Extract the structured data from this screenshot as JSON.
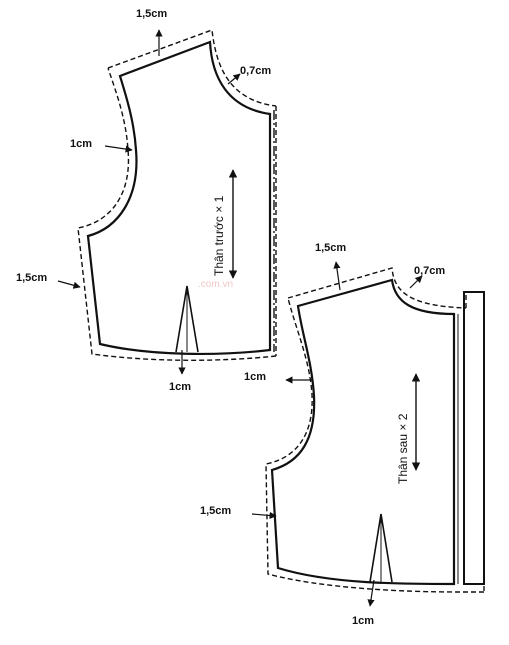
{
  "front": {
    "shoulder_allowance": "1,5cm",
    "neck_allowance": "0,7cm",
    "armhole_allowance": "1cm",
    "side_allowance": "1,5cm",
    "hem_allowance": "1cm",
    "title": "Thân trước × 1"
  },
  "back": {
    "shoulder_allowance": "1,5cm",
    "neck_allowance": "0,7cm",
    "armhole_allowance": "1cm",
    "side_allowance": "1,5cm",
    "hem_allowance": "1cm",
    "title": "Thân sau × 2"
  },
  "watermark": ".com.vn"
}
